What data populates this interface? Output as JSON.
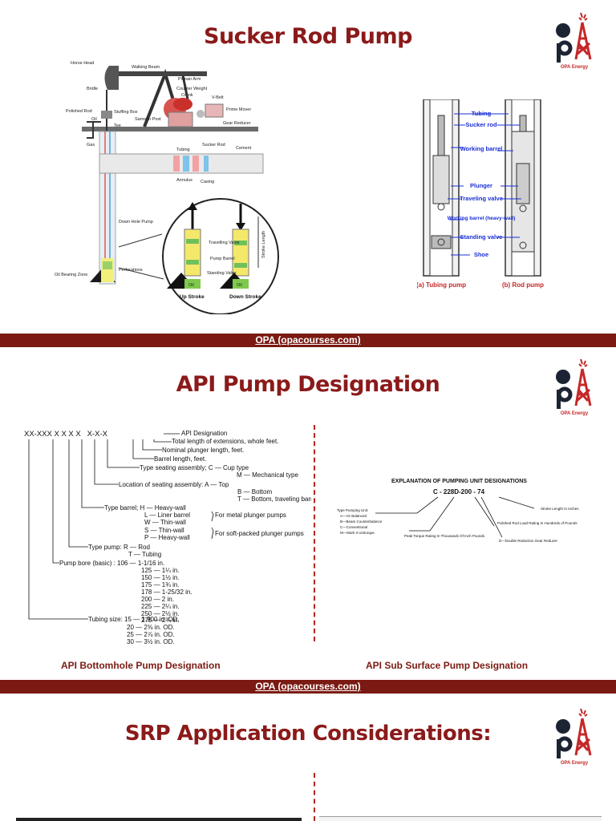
{
  "slides": [
    {
      "title": "Sucker Rod Pump",
      "footer": "OPA (opacourses.com)",
      "logo_caption": "OPA Energy",
      "pumping_unit_labels": {
        "horse_head": "Horse Head",
        "walking_beam": "Walking Beam",
        "pitman_arm": "Pitman Arm",
        "counter_weight": "Counter Weight",
        "crank": "Crank",
        "v_belt": "V-Belt",
        "bridle": "Bridle",
        "prime_mover": "Prime Mover",
        "polished_rod": "Polished Rod",
        "stuffing_box": "Stuffing Box",
        "samson_post": "Samson Post",
        "gear_reducer": "Gear Reducer",
        "oil": "Oil",
        "tee": "Tee",
        "gas": "Gas",
        "tubing": "Tubing",
        "sucker_rod": "Sucker Rod",
        "cement": "Cement",
        "annulus": "Annulus",
        "casing": "Casing",
        "down_hole_pump": "Down Hole Pump",
        "oil_bearing_zone": "Oil Bearing Zone",
        "perforations": "Perforations",
        "travelling_valve": "Travelling Valve",
        "pump_barrel": "Pump Barrel",
        "standing_valve": "Standing Valve",
        "stroke_length": "Stroke Length",
        "oil_left": "Oil",
        "oil_right": "Oil",
        "up_stroke": "Up Stroke",
        "down_stroke": "Down Stroke"
      },
      "pump_types_labels": {
        "tubing": "Tubing",
        "sucker_rod": "Sucker rod",
        "working_barrel": "Working barrel",
        "plunger": "Plunger",
        "traveling_valve": "Traveling valve",
        "working_barrel_heavy": "Working barrel (heavy-wall)",
        "standing_valve": "Standing valve",
        "shoe": "Shoe",
        "tubing_pump": "(a) Tubing pump",
        "rod_pump": "(b) Rod pump"
      }
    },
    {
      "title": "API Pump Designation",
      "footer": "OPA (opacourses.com)",
      "logo_caption": "OPA Energy",
      "caption_left": "API Bottomhole Pump Designation",
      "caption_right": "API Sub Surface Pump Designation",
      "bottomhole": {
        "code": "XX-XXX X X X X   X-X-X",
        "lines": [
          "API Designation",
          "Total length of extensions, whole feet.",
          "Nominal plunger length, feet.",
          "Barrel length, feet.",
          "Type seating assembly; C — Cup type",
          "M — Mechanical type",
          "Location of seating assembly: A — Top",
          "B — Bottom",
          "T — Bottom, traveling barrel",
          "Type barrel; H — Heavy-wall",
          "L — Liner  barrel",
          "W — Thin-wall",
          "S — Thin-wall",
          "P — Heavy-wall",
          "For metal plunger pumps",
          "For soft-packed plunger pumps",
          "Type pump: R — Rod",
          "T — Tubing",
          "Pump bore (basic) : 106 — 1-1/16 in.",
          "125 — 1¼ in.",
          "150 — 1½ in.",
          "175 — 1¾ in.",
          "178 — 1-25/32 in.",
          "200 — 2 in.",
          "225 — 2¼ in.",
          "250 — 2½ in.",
          "275 — 2¾ in.",
          "Tubing size: 15 — 1.900 in. OD.",
          "20 — 2⅜ in. OD.",
          "25 — 2⅞ in. OD.",
          "30 — 3½ in. OD."
        ]
      },
      "subsurface": {
        "heading": "EXPLANATION OF PUMPING UNIT DESIGNATIONS",
        "code": "C - 228D-200 - 74",
        "type_title": "Type Pumping Unit:",
        "types": [
          "A—Air Balanced",
          "B—Beam Counterbalance",
          "C—Conventional",
          "M—Mark II Unitorque"
        ],
        "polished_rod": "Polished Rod Load Rating In Hundreds of Pounds",
        "stroke": "Stroke Length In Inches",
        "peak_torque": "Peak Torque Rating In Thousands Of Inch Pounds",
        "reducer": "D—Double Reduction Gear Reducer"
      }
    },
    {
      "title": "SRP Application Considerations:",
      "logo_caption": "OPA Energy"
    }
  ],
  "colors": {
    "title": "#8b1a1a",
    "footer": "#7a1a12",
    "blue_label": "#1a2fd6",
    "logo_dark": "#1c2433",
    "logo_red": "#c62828"
  }
}
